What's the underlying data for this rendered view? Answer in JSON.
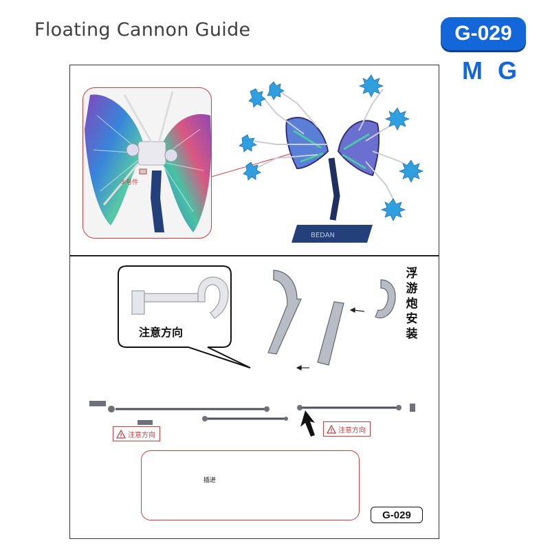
{
  "header": {
    "title": "Floating Cannon Guide",
    "code": "G-029",
    "grade": "M G"
  },
  "manual": {
    "zoom_part_label": "⑤号件",
    "callout_text": "注意方向",
    "side_label": "浮游炮安装",
    "warning_left": "注意方向",
    "warning_right": "注意方向",
    "insert_label": "插进",
    "code_small": "G-029",
    "stand_mark": "BEDAN"
  },
  "colors": {
    "accent_blue": "#1467d8",
    "warning_red": "#d23b3b",
    "effect_blue": "#2f9fe0",
    "stand_navy": "#23407a"
  }
}
